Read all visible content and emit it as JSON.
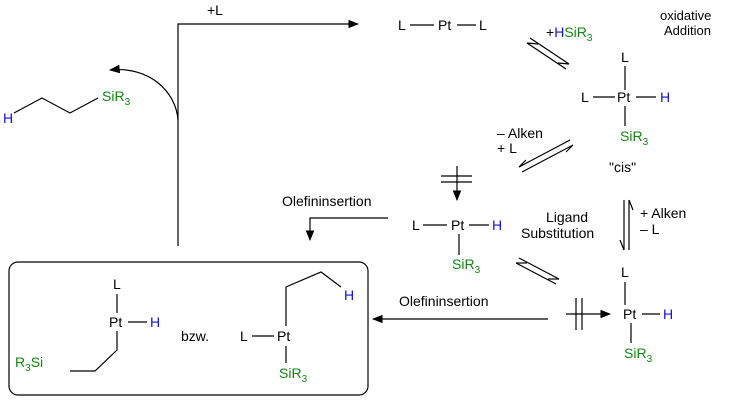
{
  "colors": {
    "silicon": "#118811",
    "hydrogen": "#1010e0",
    "text": "#000000"
  },
  "labels": {
    "plus_l": "+L",
    "L": "L",
    "Pt": "Pt",
    "H": "H",
    "Si": "Si",
    "R": "R",
    "sub3": "3",
    "plus": "+",
    "oxidative": "oxidative",
    "addition": "Addition",
    "minus_alken": "– Alken",
    "plus_l_step": "+ L",
    "cis": "\"cis\"",
    "olefininsertion": "Olefininsertion",
    "ligand": "Ligand",
    "substitution": "Substitution",
    "plus_alken": "+ Alken",
    "minus_l": "– L",
    "bzw": "bzw."
  }
}
